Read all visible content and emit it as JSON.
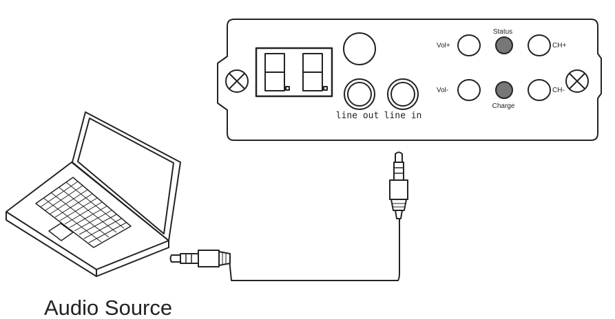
{
  "device": {
    "labels": {
      "vol_up": "Vol+",
      "vol_down": "Vol-",
      "status": "Status",
      "charge": "Charge",
      "ch_up": "CH+",
      "ch_down": "CH-",
      "line_out": "line out",
      "line_in": "line in"
    }
  },
  "caption": "Audio Source",
  "colors": {
    "line": "#222222",
    "led": "#777777",
    "background": "#ffffff"
  }
}
